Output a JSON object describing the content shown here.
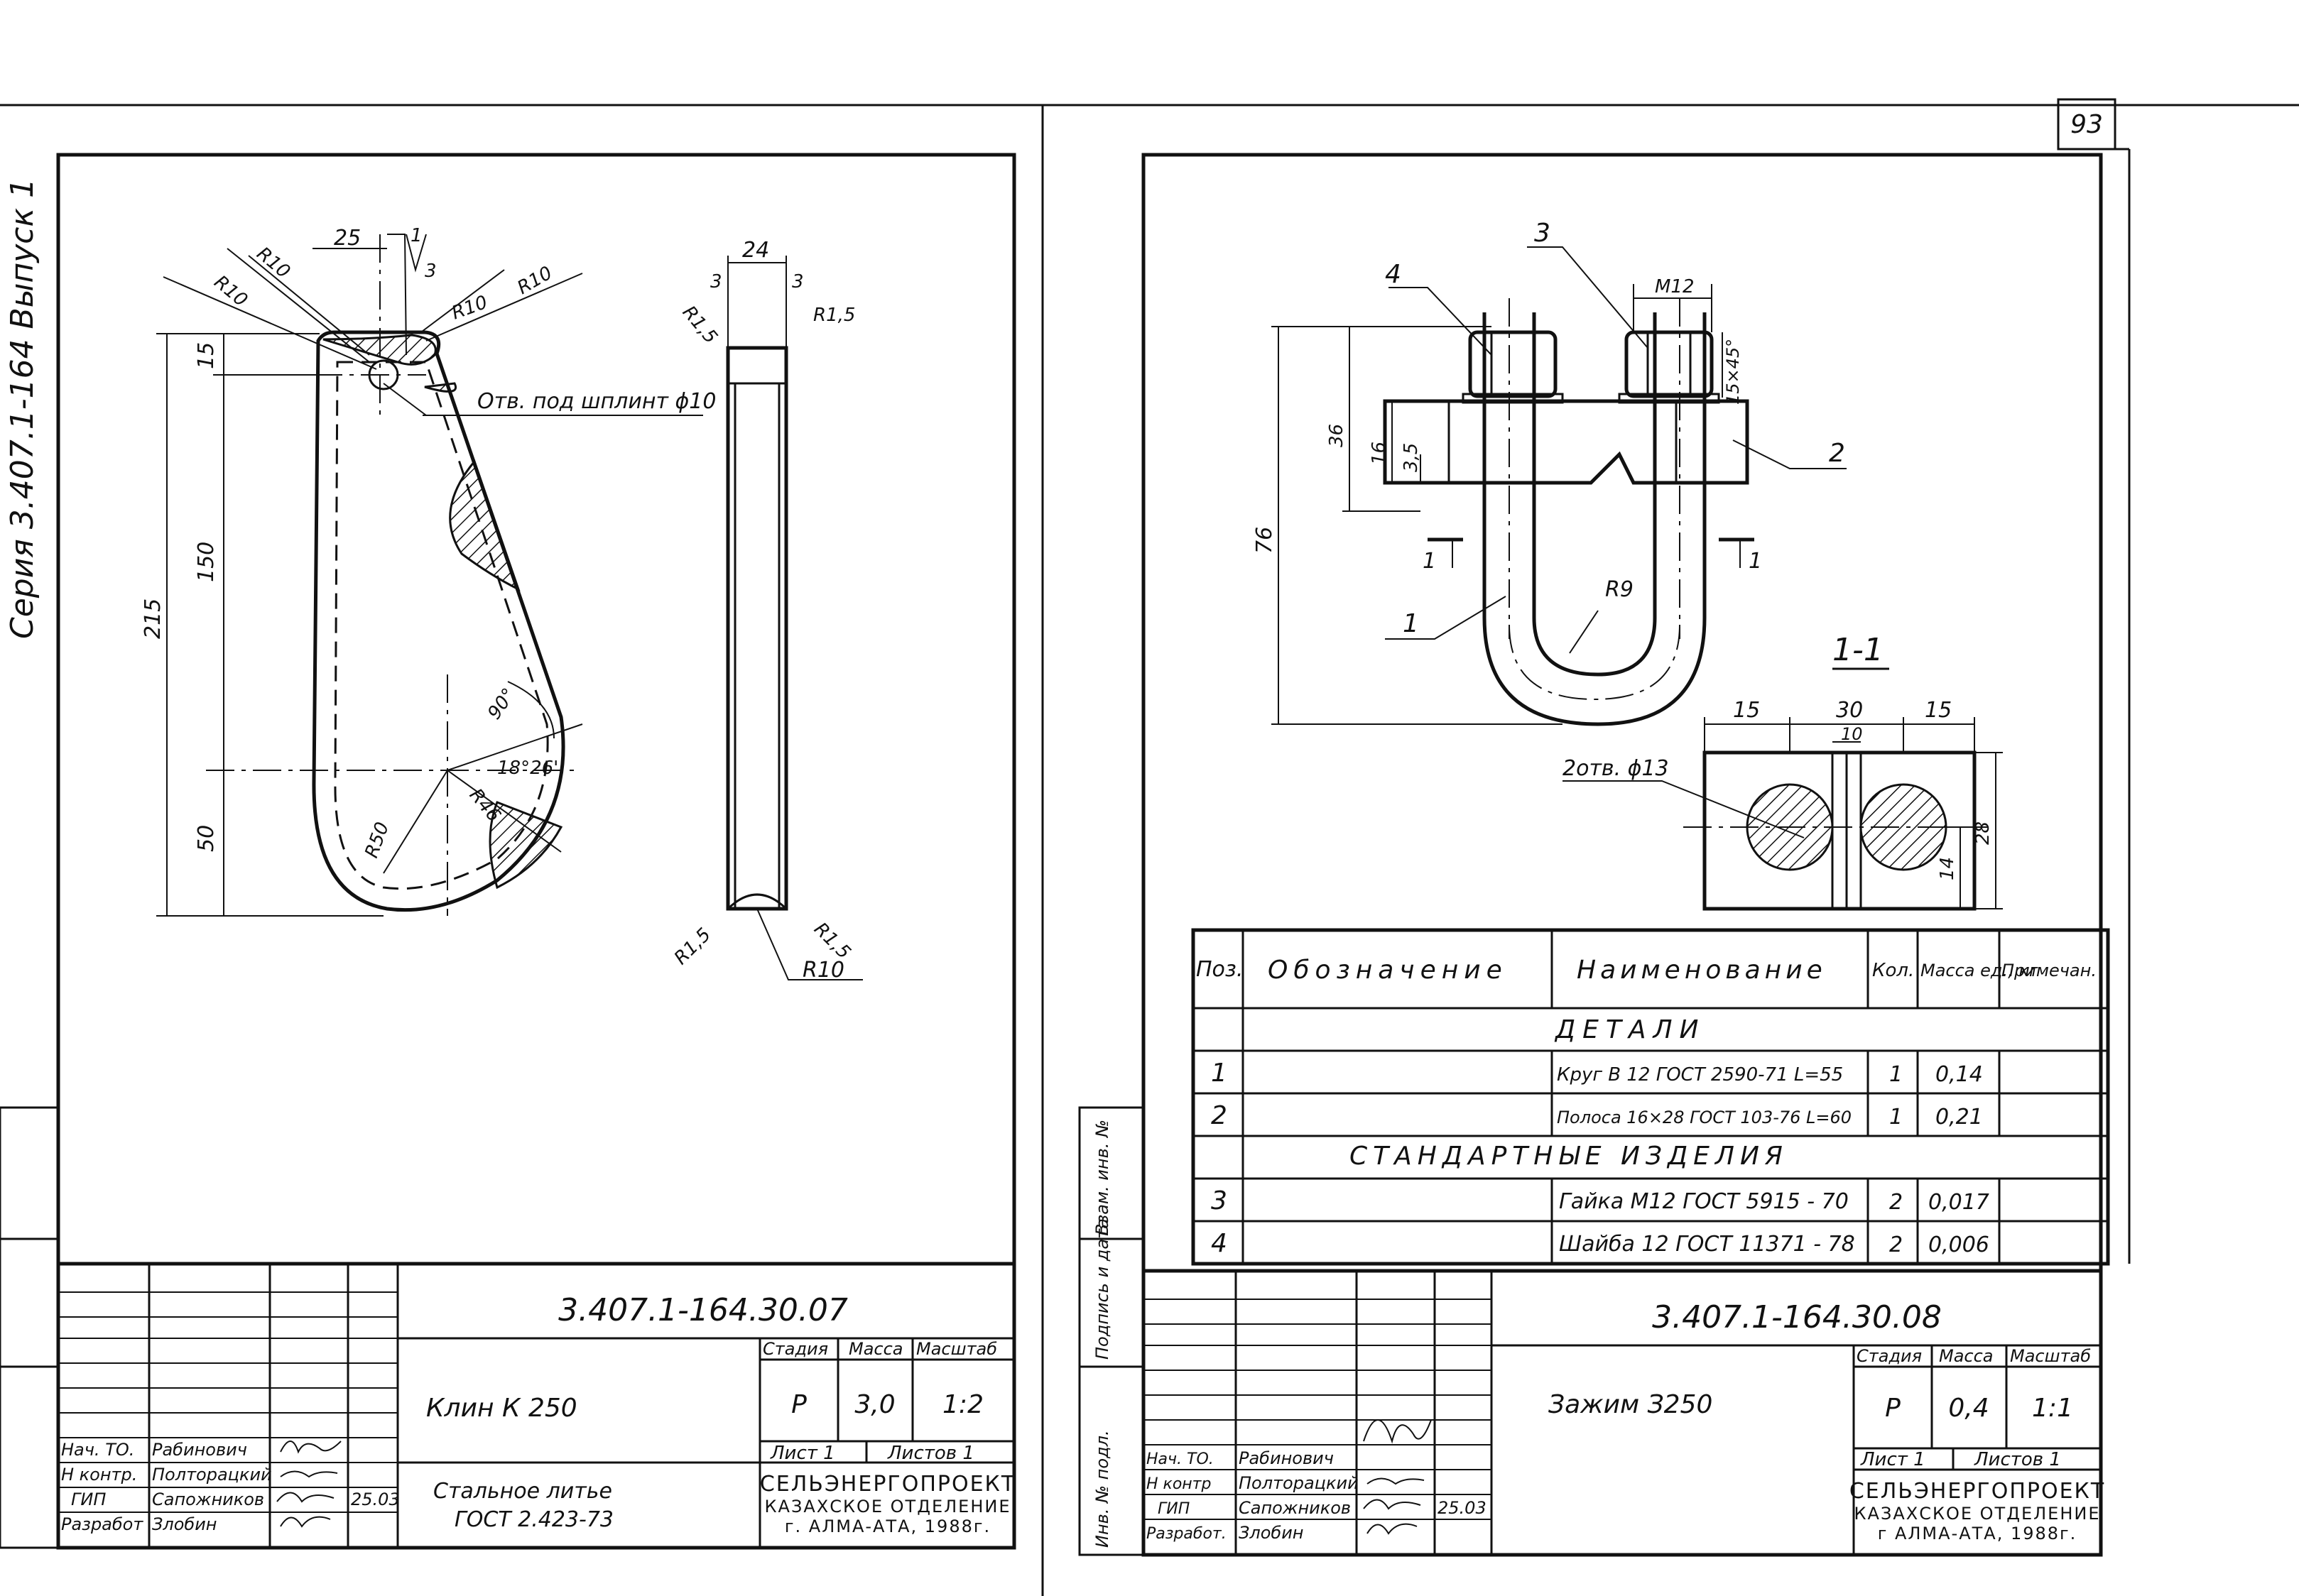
{
  "page_number": "93",
  "series_label": "Серия 3.407.1-164 Выпуск 1",
  "left_sheet": {
    "doc_code": "3.407.1-164.30.07",
    "name_line1": "Клин   К 250",
    "material_line1": "Стальное   литье",
    "material_line2": "ГОСТ  2.423-73",
    "stage_label": "Стадия",
    "mass_label": "Масса",
    "scale_label": "Масштаб",
    "stage": "Р",
    "mass": "3,0",
    "scale": "1:2",
    "sheet_label": "Лист 1",
    "sheets_label": "Листов 1",
    "org_line1": "СЕЛЬЭНЕРГОПРОЕКТ",
    "org_line2": "КАЗАХСКОЕ  ОТДЕЛЕНИЕ",
    "org_line3": "г. АЛМА-АТА, 1988г.",
    "signers": [
      {
        "role": "Нач. ТО.",
        "name": "Рабинович"
      },
      {
        "role": "Н контр.",
        "name": "Полторацкий"
      },
      {
        "role": "ГИП",
        "name": "Сапожников"
      },
      {
        "role": "Разработ",
        "name": "Злобин"
      }
    ],
    "date": "25.03",
    "dims": {
      "d25": "25",
      "d24": "24",
      "d15": "15",
      "d150": "150",
      "d215": "215",
      "d50": "50",
      "r10a": "R10",
      "r10b": "R10",
      "r10c": "R10",
      "r10d": "R10",
      "r10e": "R10",
      "one": "1",
      "three": "3",
      "three_b": "3",
      "three_c": "3",
      "r15a": "R1,5",
      "r15b": "R1,5",
      "r15c": "R1,5",
      "r15d": "R1,5",
      "r50": "R50",
      "r46": "R46",
      "ang90": "90°",
      "ang18": "18°26'"
    },
    "hole_note": "Отв. под шплинт ϕ10"
  },
  "right_sheet": {
    "doc_code": "3.407.1-164.30.08",
    "name_line1": "Зажим  З250",
    "stage_label": "Стадия",
    "mass_label": "Масса",
    "scale_label": "Масштаб",
    "stage": "Р",
    "mass": "0,4",
    "scale": "1:1",
    "sheet_label": "Лист 1",
    "sheets_label": "Листов 1",
    "org_line1": "СЕЛЬЭНЕРГОПРОЕКТ",
    "org_line2": "КАЗАХСКОЕ  ОТДЕЛЕНИЕ",
    "org_line3": "г АЛМА-АТА, 1988г.",
    "signers": [
      {
        "role": "Нач. ТО.",
        "name": "Рабинович"
      },
      {
        "role": "Н контр",
        "name": "Полторацкий"
      },
      {
        "role": "ГИП",
        "name": "Сапожников"
      },
      {
        "role": "Разработ.",
        "name": "Злобин"
      }
    ],
    "date": "25.03",
    "dims": {
      "m12": "M12",
      "d36": "36",
      "d16": "16",
      "d35": "3,5",
      "d76": "76",
      "c15x45": "15×45°",
      "r9": "R9",
      "p1": "1",
      "p2": "2",
      "p3": "3",
      "p4": "4",
      "s1l": "1",
      "s1r": "1",
      "section": "1-1",
      "d15a": "15",
      "d30": "30",
      "d15b": "15",
      "d10": "10",
      "d14": "14",
      "d28": "28"
    },
    "holes_note": "2отв. ϕ13",
    "spec_table": {
      "headers": [
        "Поз.",
        "Обозначение",
        "Наименование",
        "Кол.",
        "Масса ед., кг",
        "Примечан."
      ],
      "section_details": "ДЕТАЛИ",
      "section_standard": "СТАНДАРТНЫЕ   ИЗДЕЛИЯ",
      "rows": [
        {
          "pos": "1",
          "name": "Круг  В 12  ГОСТ 2590-71  L=55",
          "qty": "1",
          "mass": "0,14"
        },
        {
          "pos": "2",
          "name": "Полоса 16×28 ГОСТ 103-76 L=60",
          "qty": "1",
          "mass": "0,21"
        },
        {
          "pos": "3",
          "name": "Гайка  М12 ГОСТ  5915 - 70",
          "qty": "2",
          "mass": "0,017"
        },
        {
          "pos": "4",
          "name": "Шайба  12  ГОСТ  11371 - 78",
          "qty": "2",
          "mass": "0,006"
        }
      ]
    }
  },
  "side_stamp": {
    "labels": [
      "Инв. № подл.",
      "Подпись и дата",
      "Взам. инв. №"
    ]
  }
}
